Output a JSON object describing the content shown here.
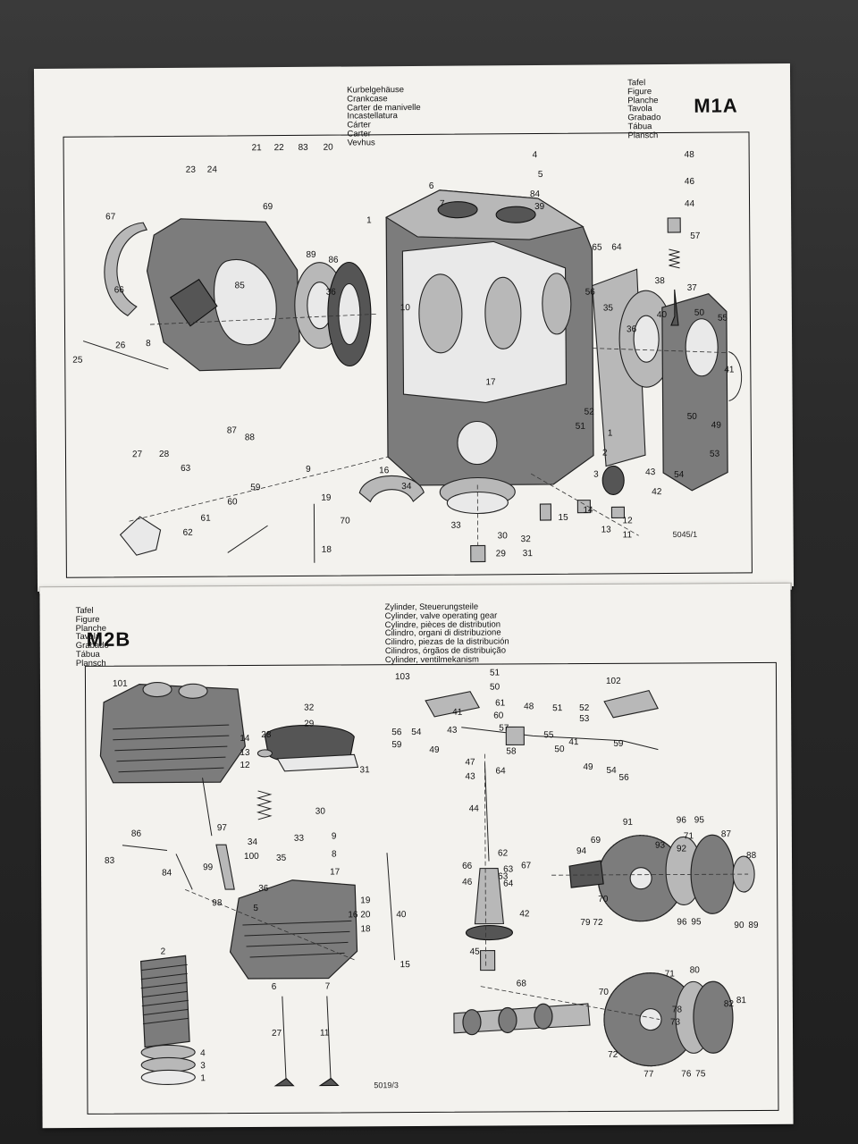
{
  "top_page": {
    "plate_label_lines": [
      "Tafel",
      "Figure",
      "Planche",
      "Tavola",
      "Grabado",
      "Tábua",
      "Plansch"
    ],
    "plate_number": "M1A",
    "title_lines": [
      "Kurbelgehäuse",
      "Crankcase",
      "Carter de manivelle",
      "Incastellatura",
      "Cárter",
      "Carter",
      "Vevhus"
    ],
    "drawing_code": "5045/1",
    "callouts": [
      "21",
      "22",
      "83",
      "20",
      "23",
      "24",
      "4",
      "5",
      "6",
      "7",
      "84",
      "39",
      "48",
      "46",
      "44",
      "57",
      "67",
      "69",
      "1",
      "65",
      "64",
      "89",
      "86",
      "66",
      "85",
      "36",
      "10",
      "38",
      "37",
      "56",
      "35",
      "40",
      "50",
      "55",
      "26",
      "25",
      "8",
      "36",
      "17",
      "41",
      "52",
      "51",
      "50",
      "49",
      "87",
      "88",
      "9",
      "27",
      "28",
      "63",
      "16",
      "34",
      "2",
      "1",
      "53",
      "43",
      "54",
      "42",
      "3",
      "60",
      "59",
      "19",
      "70",
      "15",
      "14",
      "12",
      "61",
      "62",
      "18",
      "33",
      "30",
      "32",
      "13",
      "11",
      "29",
      "31"
    ]
  },
  "bottom_page": {
    "plate_label_lines": [
      "Tafel",
      "Figure",
      "Planche",
      "Tavola",
      "Grabado",
      "Tábua",
      "Plansch"
    ],
    "plate_number": "M2B",
    "title_lines": [
      "Zylinder, Steuerungsteile",
      "Cylinder, valve operating gear",
      "Cylindre, pièces de distribution",
      "Cilindro, organi di distribuzione",
      "Cilindro, piezas de la distribución",
      "Cilindros, órgãos de distribuição",
      "Cylinder, ventilmekanism"
    ],
    "drawing_code": "5019/3",
    "callouts": [
      "101",
      "103",
      "51",
      "50",
      "102",
      "32",
      "29",
      "61",
      "60",
      "41",
      "48",
      "51",
      "52",
      "43",
      "57",
      "53",
      "56",
      "54",
      "59",
      "49",
      "58",
      "55",
      "50",
      "14",
      "13",
      "12",
      "28",
      "31",
      "47",
      "64",
      "43",
      "41",
      "59",
      "49",
      "54",
      "56",
      "63",
      "86",
      "83",
      "84",
      "97",
      "99",
      "98",
      "30",
      "33",
      "34",
      "100",
      "35",
      "8",
      "9",
      "17",
      "36",
      "5",
      "19",
      "20",
      "18",
      "16",
      "40",
      "2",
      "15",
      "44",
      "62",
      "66",
      "67",
      "63",
      "64",
      "46",
      "42",
      "45",
      "91",
      "96",
      "95",
      "71",
      "87",
      "69",
      "93",
      "92",
      "94",
      "70",
      "88",
      "79",
      "72",
      "96",
      "95",
      "90",
      "89",
      "6",
      "27",
      "7",
      "11",
      "4",
      "3",
      "1",
      "68",
      "70",
      "71",
      "80",
      "82",
      "81",
      "73",
      "78",
      "72",
      "77",
      "76",
      "75"
    ]
  }
}
